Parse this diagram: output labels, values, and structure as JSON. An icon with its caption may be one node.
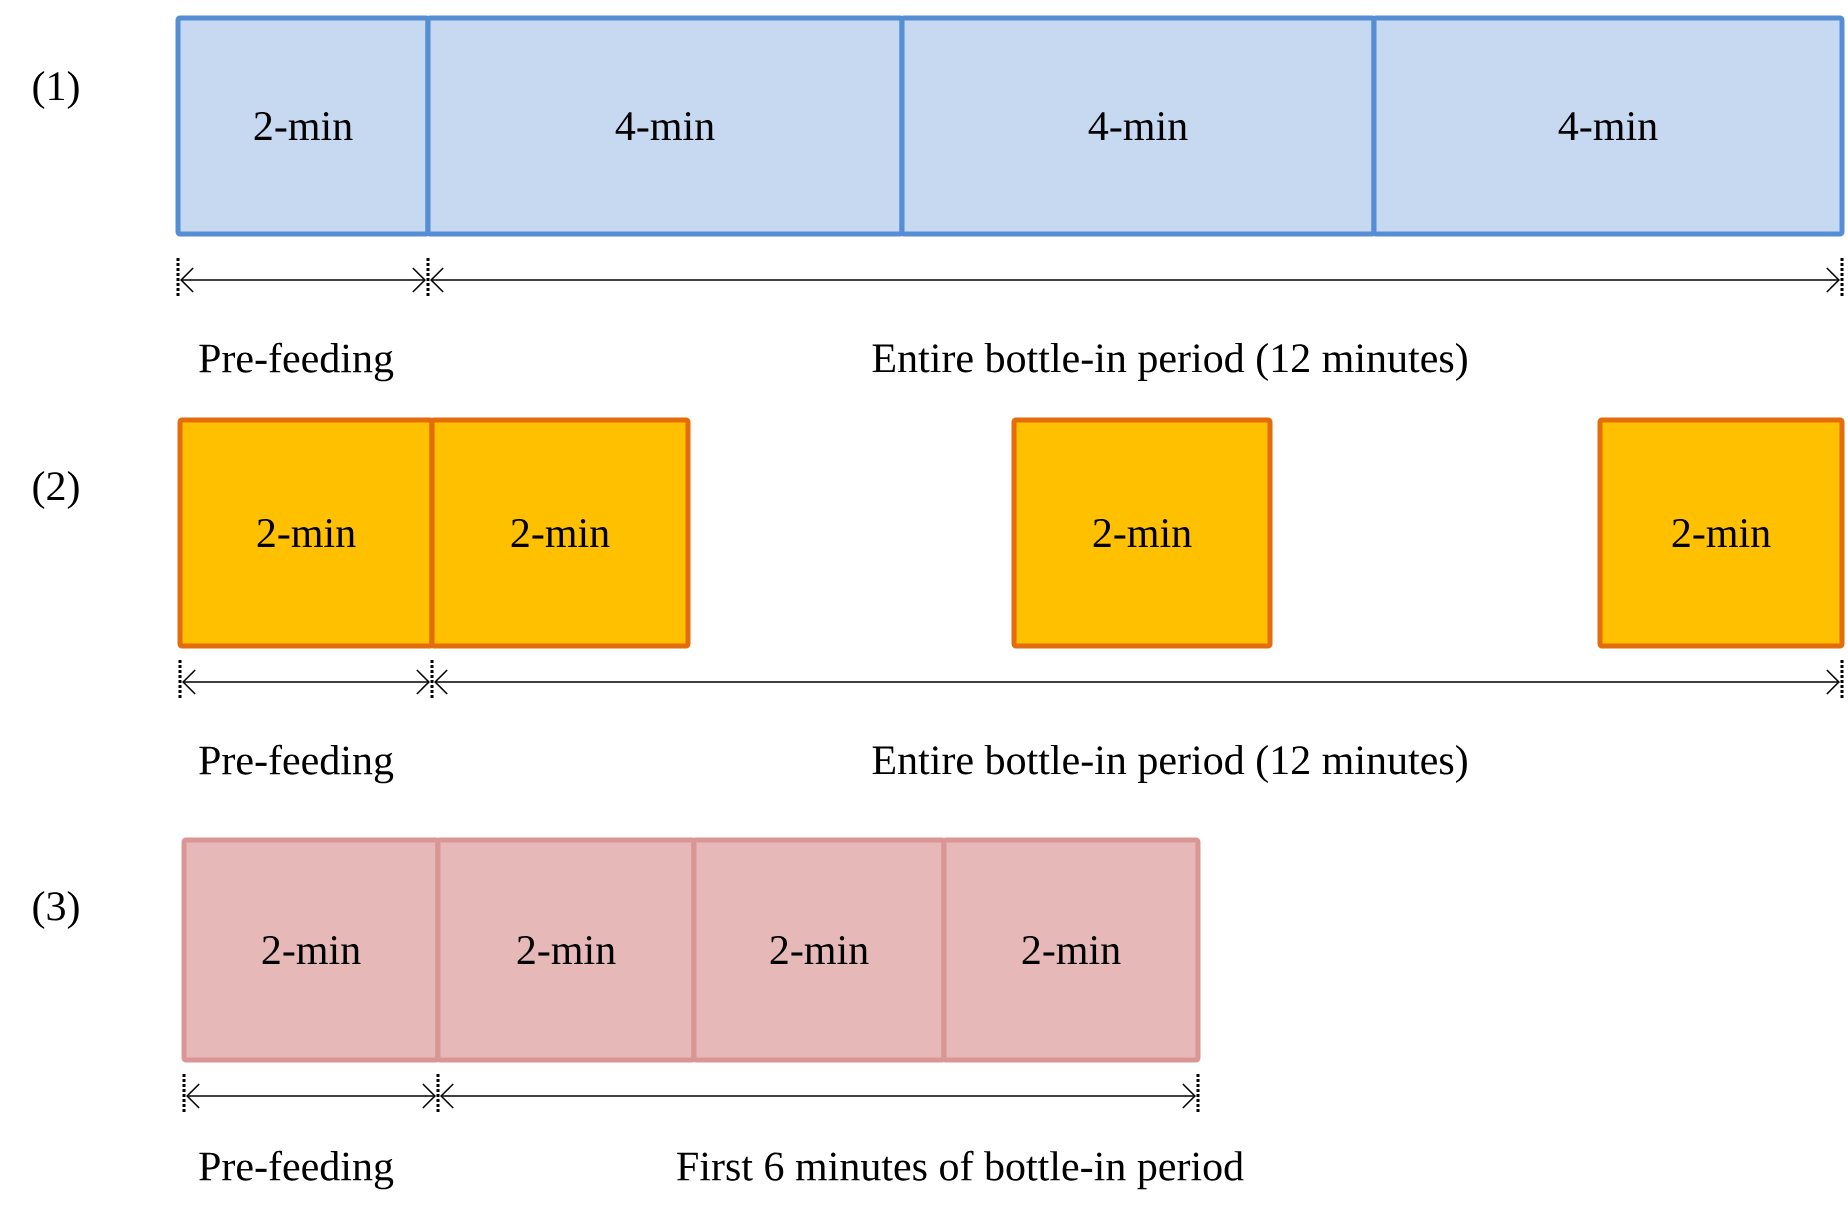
{
  "diagram": {
    "nodes": [
      {
        "text": [
          "2-min"
        ]
      },
      {
        "text": [
          "4-min"
        ]
      },
      {
        "text": [
          "4-min"
        ]
      },
      {
        "text": [
          "4-min"
        ]
      },
      {
        "text": [
          "2-min"
        ]
      },
      {
        "text": [
          "2-min"
        ]
      },
      {
        "text": [
          "2-min"
        ]
      },
      {
        "text": [
          "2-min"
        ]
      },
      {
        "text": [
          "2-min"
        ]
      },
      {
        "text": [
          "2-min"
        ]
      },
      {
        "text": [
          "2-min"
        ]
      },
      {
        "text": [
          "2-min"
        ]
      }
    ],
    "labels": [
      "(1)",
      "Pre-feeding",
      "Entire bottle-in period (12 minutes)",
      "(2)",
      "Pre-feeding",
      "Entire bottle-in period (12 minutes)",
      "(3)",
      "Pre-feeding",
      "First 6 minutes of bottle-in period"
    ]
  }
}
